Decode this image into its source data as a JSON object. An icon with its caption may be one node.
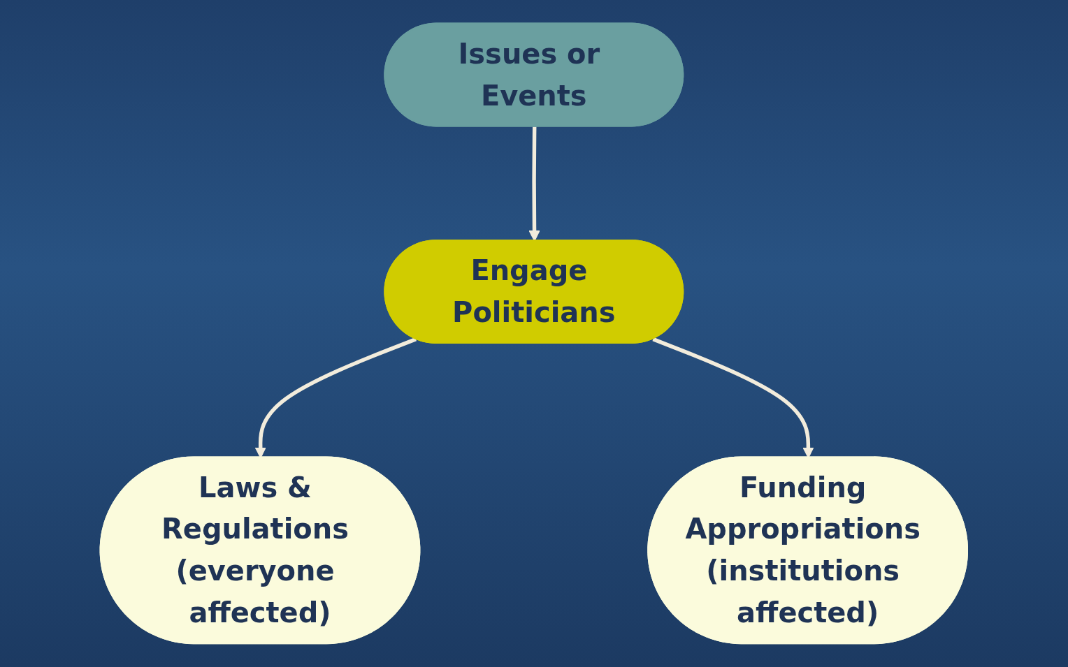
{
  "diagram": {
    "nodes": [
      {
        "text": [
          "Issues or Events"
        ]
      },
      {
        "text": [
          "Engage Politicians"
        ]
      },
      {
        "text": [
          "Laws & Regulations (everyone affected)"
        ]
      },
      {
        "text": [
          "Funding Appropriations (institutions affected)"
        ]
      }
    ],
    "edges": [
      {
        "from": 0,
        "to": 1,
        "arrow": "to"
      },
      {
        "from": 1,
        "to": 2,
        "arrow": "to"
      },
      {
        "from": 1,
        "to": 3,
        "arrow": "to"
      }
    ]
  }
}
